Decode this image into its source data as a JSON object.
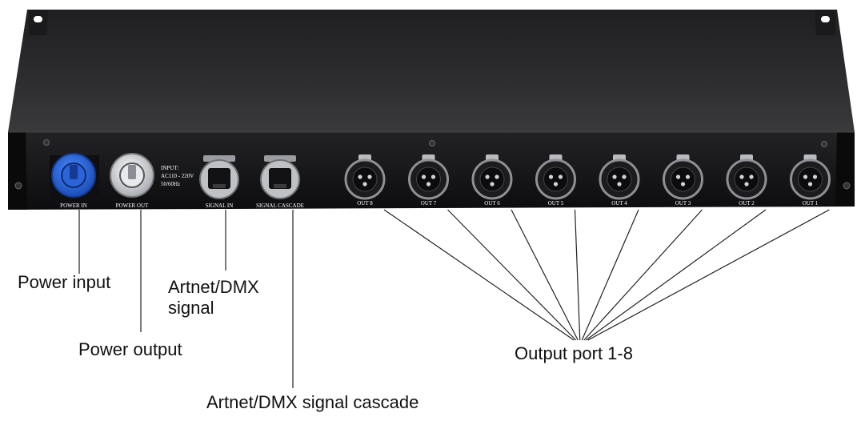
{
  "device": {
    "panel_labels": {
      "power_in": "POWER IN",
      "power_out": "POWER OUT",
      "signal_in": "SIGNAL IN",
      "signal_cascade": "SIGNAL CASCADE"
    },
    "input_spec": [
      "INPUT:",
      "AC110 - 220V",
      "50/60Hz"
    ],
    "outputs": [
      "OUT 8",
      "OUT 7",
      "OUT 6",
      "OUT 5",
      "OUT 4",
      "OUT 3",
      "OUT 2",
      "OUT 1"
    ]
  },
  "callouts": {
    "power_input": "Power input",
    "power_output": "Power output",
    "artnet_signal_line1": "Artnet/DMX",
    "artnet_signal_line2": "signal",
    "artnet_cascade": "Artnet/DMX signal cascade",
    "output_ports": "Output port 1-8"
  },
  "colors": {
    "chassis_top": "#2b2b2d",
    "front_panel": "#141416",
    "power_in_connector": "#1f5fd6",
    "power_out_connector": "#d6d8dc"
  }
}
